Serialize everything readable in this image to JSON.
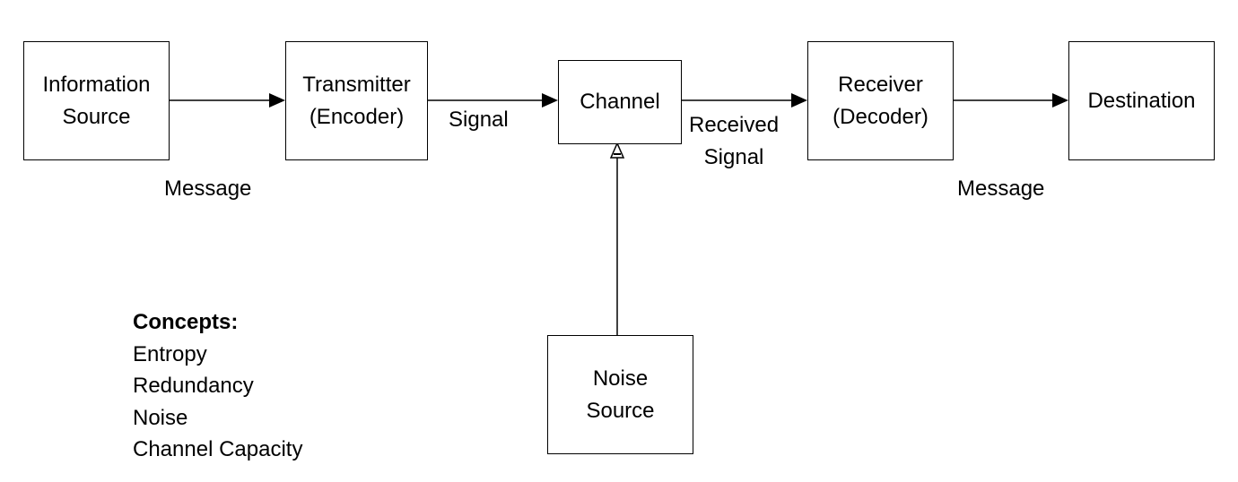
{
  "blocks": {
    "information_source": [
      "Information",
      "Source"
    ],
    "transmitter": [
      "Transmitter",
      "(Encoder)"
    ],
    "channel": [
      "Channel"
    ],
    "receiver": [
      "Receiver",
      "(Decoder)"
    ],
    "destination": [
      "Destination"
    ],
    "noise_source": [
      "Noise",
      "Source"
    ]
  },
  "edge_labels": {
    "message_in": "Message",
    "signal": "Signal",
    "received_signal": [
      "Received",
      "Signal"
    ],
    "message_out": "Message"
  },
  "concepts": {
    "heading": "Concepts:",
    "items": [
      "Entropy",
      "Redundancy",
      "Noise",
      "Channel Capacity"
    ]
  }
}
